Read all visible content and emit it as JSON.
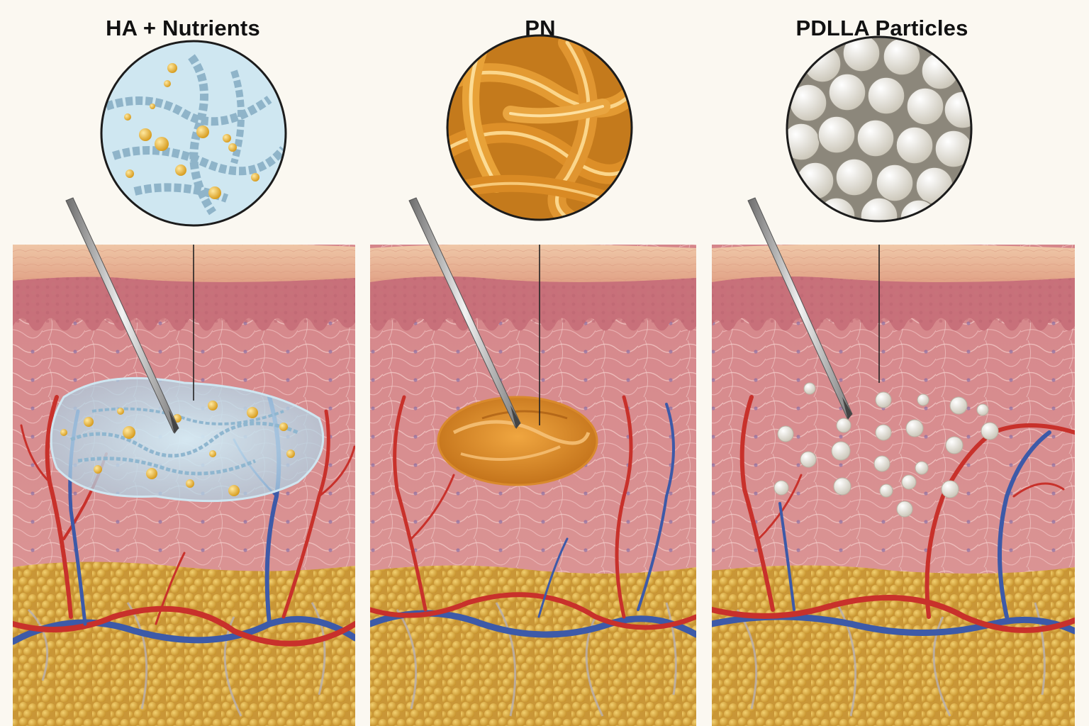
{
  "panels": [
    {
      "title": "HA + Nutrients",
      "zoom_content": "hyaluronic-acid-chains-and-nutrient-spheres",
      "deposit_color": "#bcd9ea"
    },
    {
      "title": "PN",
      "zoom_content": "polynucleotide-strands",
      "deposit_color": "#d58a24"
    },
    {
      "title": "PDLLA Particles",
      "zoom_content": "white-microspheres",
      "deposit_color": "#eeebe1"
    }
  ],
  "colors": {
    "background": "#fbf8f1",
    "epidermis": "#e9b999",
    "dermis": "#d98d8e",
    "fat": "#d9a83c",
    "artery": "#c8312b",
    "vein": "#3d5aa8"
  }
}
